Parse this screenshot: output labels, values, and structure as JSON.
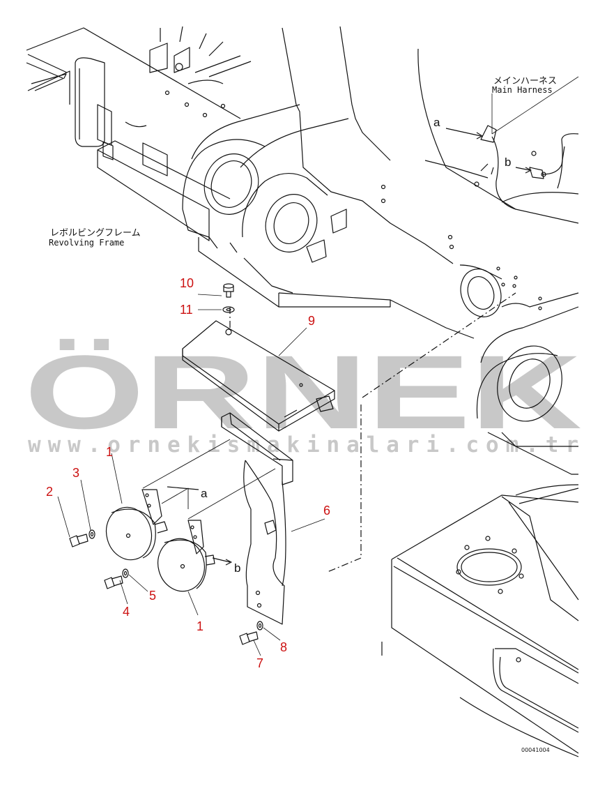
{
  "diagram": {
    "labels": {
      "main_harness_jp": "メインハーネス",
      "main_harness_en": "Main Harness",
      "revolving_frame_jp": "レボルビングフレーム",
      "revolving_frame_en": "Revolving Frame",
      "ref_a": "a",
      "ref_b": "b",
      "drawing_number": "00041004"
    },
    "callouts": [
      "1",
      "1",
      "2",
      "3",
      "4",
      "5",
      "6",
      "7",
      "8",
      "9",
      "10",
      "11"
    ],
    "callout_color": "#cc1111",
    "line_color": "#111111"
  },
  "watermark": {
    "brand": "ÖRNEK",
    "url": "www.ornekismakinalari.com.tr",
    "text_color": "#c8c8c8",
    "umlaut_color": "#f3d98a"
  }
}
